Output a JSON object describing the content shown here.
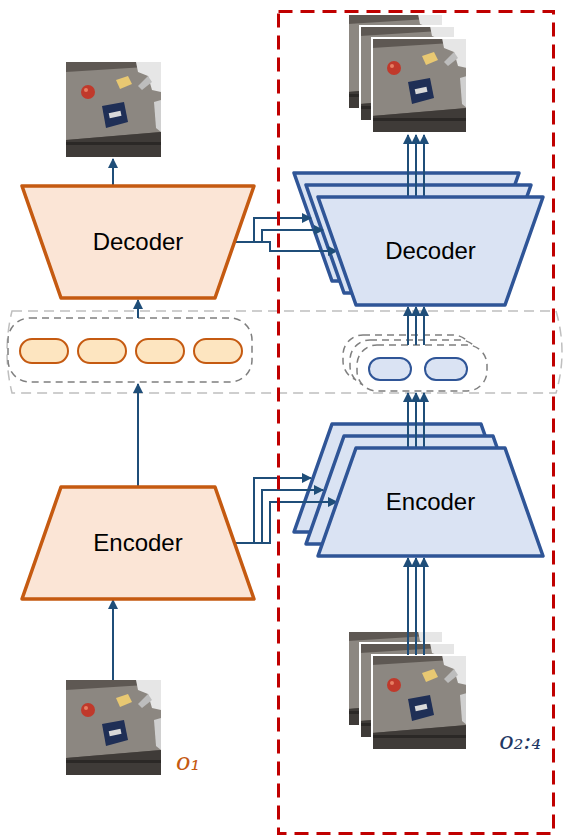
{
  "diagram": {
    "nodes": [
      {
        "text": [
          "Decoder"
        ]
      },
      {
        "text": [
          "Encoder"
        ]
      },
      {
        "text": [
          "o₂:₄"
        ]
      },
      {
        "text": [
          "Decoder"
        ],
        "in": 2
      },
      {
        "text": [
          "Encoder"
        ],
        "in": 2
      }
    ],
    "edges": [
      {
        "from": 0,
        "to": 3,
        "arrow": "to"
      },
      {
        "from": 1,
        "to": 4,
        "arrow": "to"
      }
    ],
    "labels": [
      "o₁"
    ]
  }
}
